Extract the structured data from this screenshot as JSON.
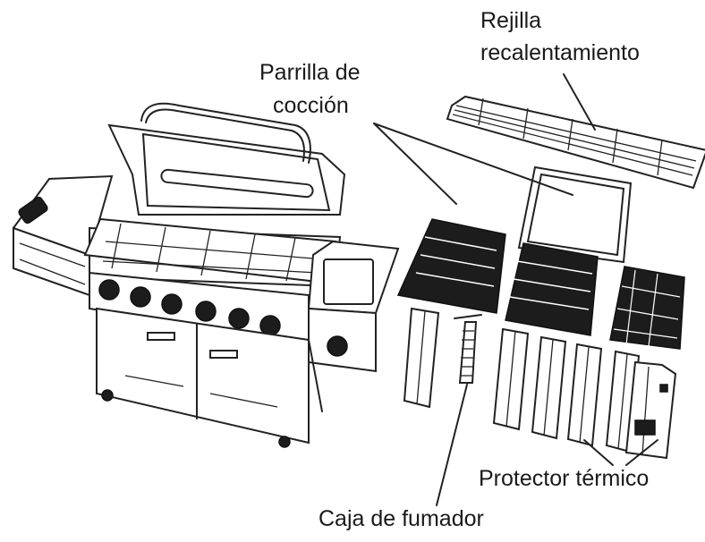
{
  "labels": {
    "warming_rack_line1": "Rejilla",
    "warming_rack_line2": "recalentamiento",
    "cooking_grate_line1": "Parrilla de",
    "cooking_grate_line2": "cocción",
    "heat_tent": "Protector térmico",
    "smoker_box": "Caja de fumador"
  }
}
